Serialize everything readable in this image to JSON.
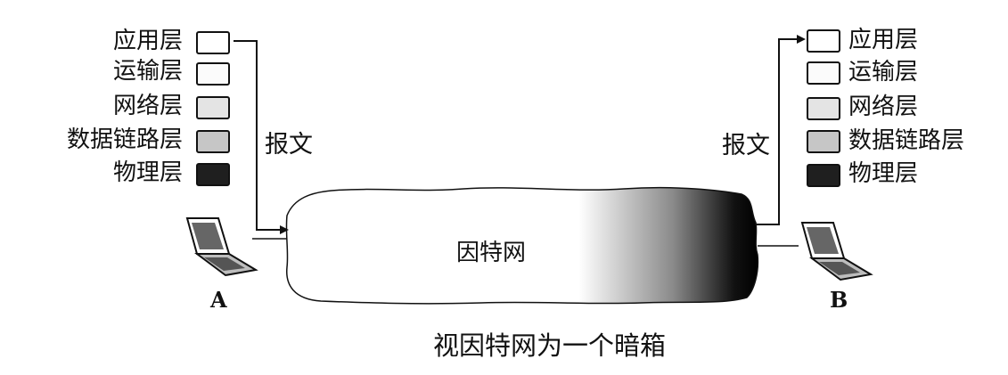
{
  "layers": [
    "应用层",
    "运输层",
    "网络层",
    "数据链路层",
    "物理层"
  ],
  "message_label": "报文",
  "network_label": "因特网",
  "host_a": "A",
  "host_b": "B",
  "caption": "视因特网为一个暗箱",
  "layer_box_fills": [
    "#ffffff",
    "#fbfbfb",
    "#e4e4e4",
    "#c6c6c6",
    "#1f1f1f"
  ]
}
